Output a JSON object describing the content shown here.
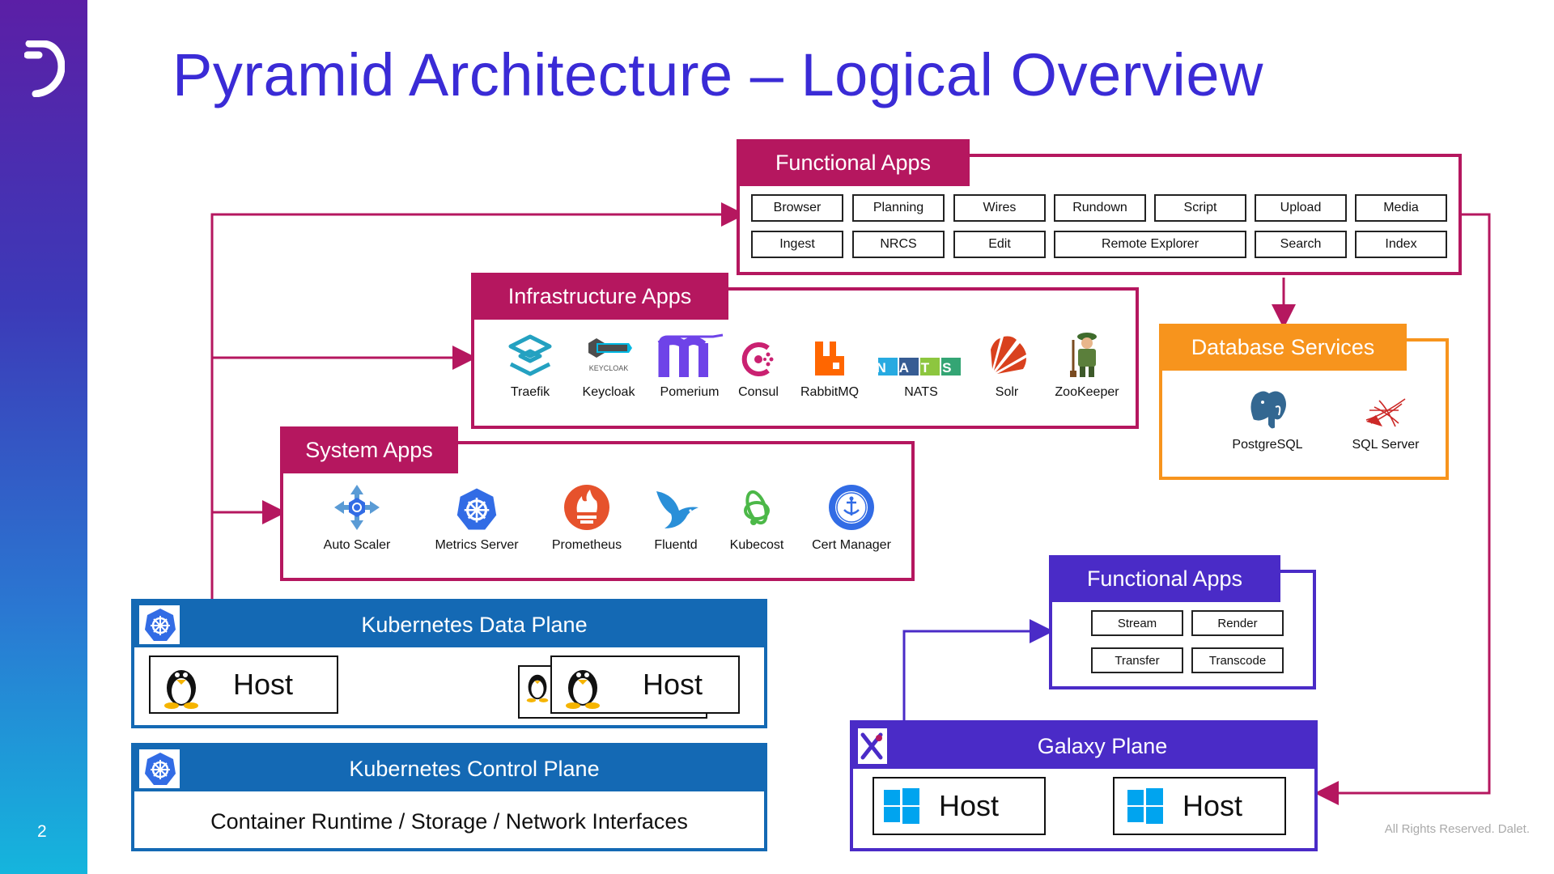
{
  "slide": {
    "title": "Pyramid Architecture – Logical Overview",
    "page_number": "2",
    "footer": "All Rights Reserved. Dalet."
  },
  "colors": {
    "magenta": "#b5175f",
    "orange": "#f7941d",
    "purple": "#4a2bc7",
    "blue": "#1469b4",
    "title": "#3a2bd6"
  },
  "functional_apps_top": {
    "title": "Functional Apps",
    "row1": [
      "Browser",
      "Planning",
      "Wires",
      "Rundown",
      "Script",
      "Upload",
      "Media"
    ],
    "row2": [
      "Ingest",
      "NRCS",
      "Edit",
      "Remote Explorer",
      "Search",
      "Index"
    ]
  },
  "infrastructure_apps": {
    "title": "Infrastructure Apps",
    "apps": [
      {
        "label": "Traefik",
        "icon": "traefik-icon"
      },
      {
        "label": "Keycloak",
        "icon": "keycloak-icon",
        "logo_text": "KEYCLOAK"
      },
      {
        "label": "Pomerium",
        "icon": "pomerium-icon"
      },
      {
        "label": "Consul",
        "icon": "consul-icon"
      },
      {
        "label": "RabbitMQ",
        "icon": "rabbitmq-icon"
      },
      {
        "label": "NATS",
        "icon": "nats-icon",
        "logo_text": "NATS"
      },
      {
        "label": "Solr",
        "icon": "solr-icon"
      },
      {
        "label": "ZooKeeper",
        "icon": "zookeeper-icon"
      }
    ]
  },
  "database_services": {
    "title": "Database Services",
    "apps": [
      {
        "label": "PostgreSQL",
        "icon": "postgresql-icon"
      },
      {
        "label": "SQL Server",
        "icon": "sql-server-icon"
      }
    ]
  },
  "system_apps": {
    "title": "System Apps",
    "apps": [
      {
        "label": "Auto Scaler",
        "icon": "auto-scaler-icon"
      },
      {
        "label": "Metrics Server",
        "icon": "metrics-server-icon"
      },
      {
        "label": "Prometheus",
        "icon": "prometheus-icon"
      },
      {
        "label": "Fluentd",
        "icon": "fluentd-icon"
      },
      {
        "label": "Kubecost",
        "icon": "kubecost-icon"
      },
      {
        "label": "Cert Manager",
        "icon": "cert-manager-icon"
      }
    ]
  },
  "k8s_data_plane": {
    "title": "Kubernetes Data Plane",
    "hosts": [
      "Host",
      "Host"
    ]
  },
  "k8s_control_plane": {
    "title": "Kubernetes Control Plane",
    "body": "Container Runtime / Storage / Network Interfaces"
  },
  "functional_apps_galaxy": {
    "title": "Functional Apps",
    "row1": [
      "Stream",
      "Render"
    ],
    "row2": [
      "Transfer",
      "Transcode"
    ]
  },
  "galaxy_plane": {
    "title": "Galaxy Plane",
    "hosts": [
      "Host",
      "Host"
    ]
  }
}
